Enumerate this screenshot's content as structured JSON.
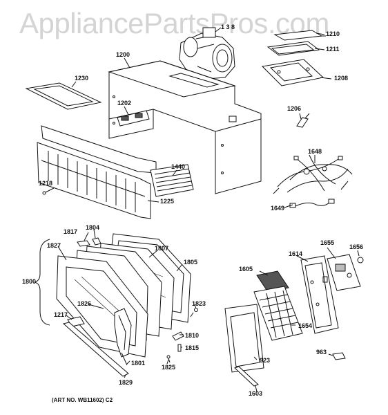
{
  "watermark": "AppliancePartsPros.com",
  "art_number": "(ART NO. WB11602)  C2",
  "callouts": {
    "c1200": "1200",
    "c1230": "1230",
    "c1202": "1202",
    "c1210": "1210",
    "c1211": "1211",
    "c1208": "1208",
    "c1206": "1206",
    "c1648": "1648",
    "c1649": "1649",
    "c1440": "1440",
    "c1218": "1218",
    "c1225": "1225",
    "c1817": "1817",
    "c1804": "1804",
    "c1827": "1827",
    "c1807": "1807",
    "c1805": "1805",
    "c1800": "1800",
    "c1826": "1826",
    "c1823": "1823",
    "c1217": "1217",
    "c1810": "1810",
    "c1815": "1815",
    "c1801": "1801",
    "c1825": "1825",
    "c1829": "1829",
    "c1605": "1605",
    "c1614": "1614",
    "c1655": "1655",
    "c1656": "1656",
    "c1654": "1654",
    "c923": "923",
    "c963": "963",
    "c1603": "1603",
    "c1938": "1 3 8"
  }
}
